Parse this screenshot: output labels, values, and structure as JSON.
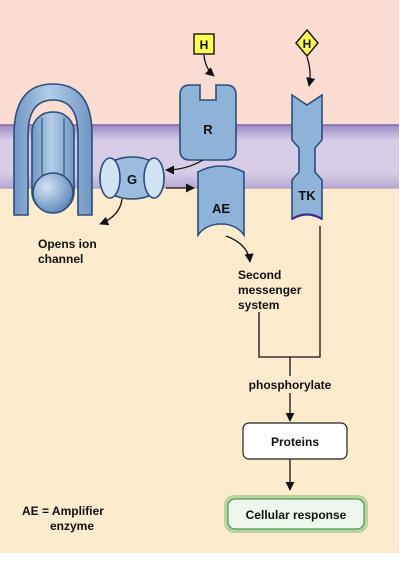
{
  "colors": {
    "extracellular": "#fbdcd2",
    "membrane": "#cfc5e1",
    "membrane_edge": "#8c7bb4",
    "intracellular": "#fdebce",
    "protein_fill": "#8fb2d8",
    "protein_stroke": "#2b4f7a",
    "hormone_fill": "#ffff55",
    "response_fill": "#e4f5e0",
    "response_edge": "#6ab46a"
  },
  "hormones": {
    "h1": "H",
    "h2": "H"
  },
  "receptors": {
    "r": "R",
    "g": "G",
    "ae": "AE",
    "tk": "TK"
  },
  "labels": {
    "opens_line1": "Opens ion",
    "opens_line2": "channel",
    "second_line1": "Second",
    "second_line2": "messenger",
    "second_line3": "system",
    "phosphorylate": "phosphorylate",
    "proteins": "Proteins",
    "cellular_response": "Cellular response",
    "legend_line1": "AE = Amplifier",
    "legend_line2": "enzyme"
  }
}
